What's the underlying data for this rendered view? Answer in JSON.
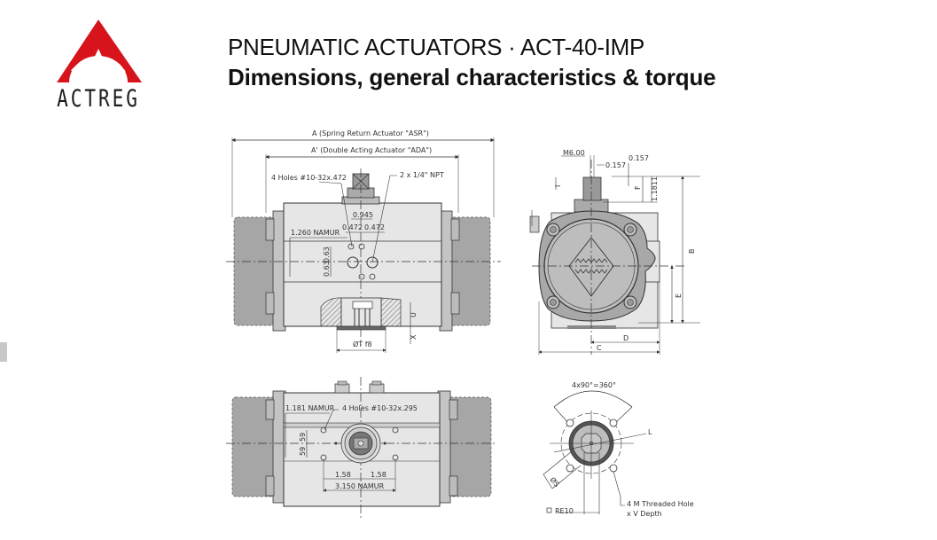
{
  "brand": {
    "name": "ACTREG",
    "logo_color": "#d7141c",
    "text_color": "#1a1a1a"
  },
  "header": {
    "title": "PNEUMATIC ACTUATORS · ACT-40-IMP",
    "subtitle": "Dimensions, general characteristics & torque"
  },
  "drawings": {
    "front_view": {
      "dim_A": "A (Spring Return Actuator \"ASR\")",
      "dim_A_prime": "A' (Double Acting Actuator \"ADA\")",
      "holes_top": "4 Holes #10-32x.472",
      "npt": "2 x 1/4\" NPT",
      "dim_0945": "0.945",
      "dim_0472_left": "0.472",
      "dim_0472_right": "0.472",
      "namur_1260": "1.260 NAMUR",
      "dim_063_a": "0.63",
      "dim_063_b": "0.63",
      "dim_U": "U",
      "dim_X": "X",
      "dim_T": "ØT f8"
    },
    "side_view": {
      "m600": "M6.00",
      "dim_0157_a": "0.157",
      "dim_0157_b": "0.157",
      "dim_I": "I",
      "dim_F": "F",
      "dim_11811": "1.1811",
      "dim_B": "B",
      "dim_E": "E",
      "dim_D": "D",
      "dim_C": "C"
    },
    "bottom_view": {
      "namur_1181": "1.181 NAMUR",
      "holes_bottom": "4 Holes #10-32x.295",
      "dim_59_a": "59",
      "dim_59_b": "59",
      "dim_158_left": "1.58",
      "dim_158_right": "1.58",
      "namur_3150": "3.150 NAMUR"
    },
    "flange_view": {
      "angle": "4x90°=360°",
      "dim_L": "L",
      "dim_S": "ØS",
      "re10": "RE10",
      "threaded_1": "4 M Threaded Hole",
      "threaded_2": "x V Depth"
    }
  },
  "colors": {
    "body_fill": "#e6e6e6",
    "cap_fill": "#a6a6a6",
    "line": "#333333",
    "cover_fill": "#b0b0b0"
  }
}
